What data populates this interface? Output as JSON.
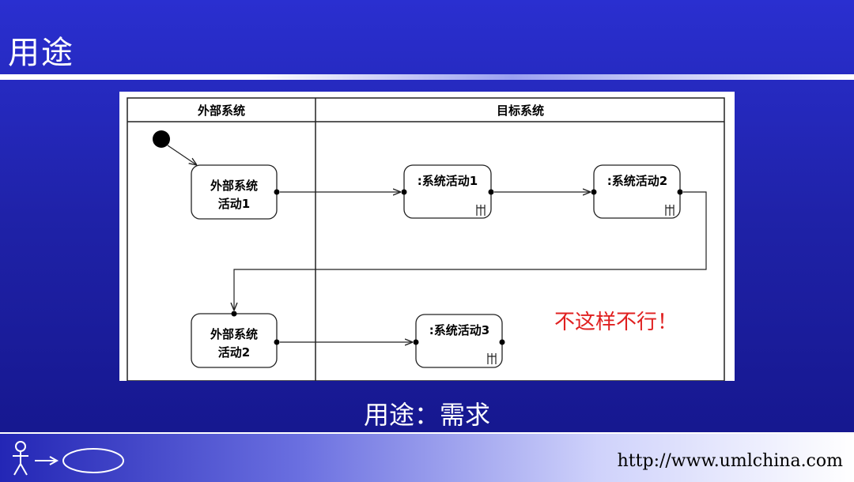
{
  "slide": {
    "title": "用途",
    "caption": "用途：需求"
  },
  "diagram": {
    "lanes": [
      "外部系统",
      "目标系统"
    ],
    "nodes": {
      "ext1": [
        "外部系统",
        "活动1"
      ],
      "sys1": ":系统活动1",
      "sys2": ":系统活动2",
      "ext2": [
        "外部系统",
        "活动2"
      ],
      "sys3": ":系统活动3"
    },
    "note": "不这样不行！",
    "note_color": "#e02020"
  },
  "footer": {
    "url": "http://www.umlchina.com",
    "logo_icon": "actor-usecase-logo-icon"
  }
}
